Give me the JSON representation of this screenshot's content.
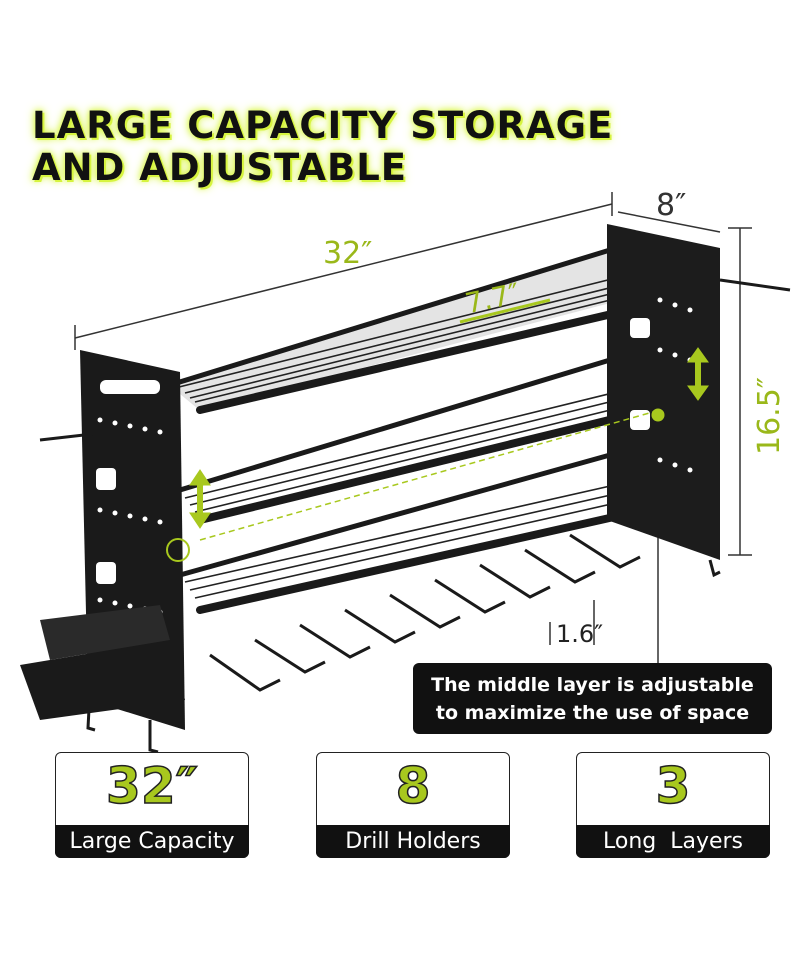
{
  "headline": {
    "line1": "LARGE CAPACITY STORAGE",
    "line2": "AND ADJUSTABLE"
  },
  "dimensions": {
    "width": "32″",
    "depth": "8″",
    "height": "16.5″",
    "shelf_depth": "7.7″",
    "slot_width": "1.6″"
  },
  "note": {
    "line1": "The middle layer is adjustable",
    "line2": "to maximize the use of space"
  },
  "features": [
    {
      "value": "32″",
      "label": "Large Capacity"
    },
    {
      "value": "8",
      "label": "Drill Holders"
    },
    {
      "value": "3",
      "label": "Long  Layers"
    }
  ],
  "colors": {
    "accent": "#a8c81e",
    "dark": "#111111"
  }
}
